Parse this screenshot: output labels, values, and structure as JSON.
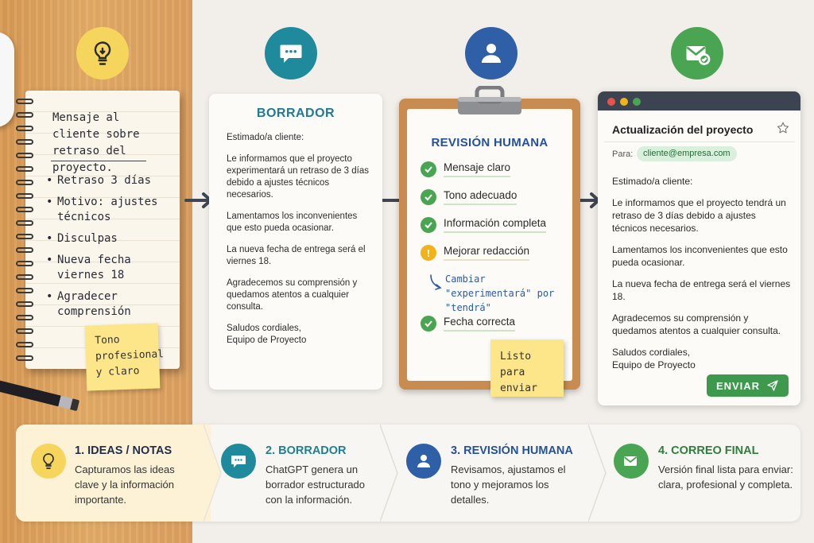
{
  "notes": {
    "title": "Mensaje al cliente sobre retraso del proyecto.",
    "items": [
      "Retraso 3 días",
      "Motivo: ajustes técnicos",
      "Disculpas",
      "Nueva fecha viernes 18",
      "Agradecer comprensión"
    ],
    "sticky": "Tono profesional y claro"
  },
  "draft": {
    "title": "BORRADOR",
    "paragraphs": [
      "Estimado/a cliente:",
      "Le informamos que el proyecto experimentará un retraso de 3 días debido a ajustes técnicos necesarios.",
      "Lamentamos los inconvenientes que esto pueda ocasionar.",
      "La nueva fecha de entrega será el viernes 18.",
      "Agradecemos su comprensión y quedamos atentos a cualquier consulta.",
      "Saludos cordiales,\nEquipo de Proyecto"
    ]
  },
  "review": {
    "title": "REVISIÓN HUMANA",
    "checks": [
      {
        "label": "Mensaje claro",
        "status": "ok"
      },
      {
        "label": "Tono adecuado",
        "status": "ok"
      },
      {
        "label": "Información completa",
        "status": "ok"
      },
      {
        "label": "Mejorar redacción",
        "status": "warn"
      },
      {
        "label": "Fecha correcta",
        "status": "ok"
      }
    ],
    "note": "Cambiar \"experimentará\" por \"tendrá\"",
    "sticky": "Listo para enviar"
  },
  "email": {
    "subject": "Actualización del proyecto",
    "to_label": "Para:",
    "to": "cliente@empresa.com",
    "paragraphs": [
      "Estimado/a cliente:",
      "Le informamos que el proyecto tendrá un retraso de 3 días debido a ajustes técnicos necesarios.",
      "Lamentamos los inconvenientes que esto pueda ocasionar.",
      "La nueva fecha de entrega será el viernes 18.",
      "Agradecemos su comprensión y quedamos atentos a cualquier consulta.",
      "Saludos cordiales,\nEquipo de Proyecto"
    ],
    "send_label": "ENVIAR"
  },
  "steps": [
    {
      "title": "1. IDEAS / NOTAS",
      "desc": "Capturamos las ideas clave y la información importante.",
      "color": "#1f2d4a",
      "icon": "lightbulb-icon"
    },
    {
      "title": "2. BORRADOR",
      "desc": "ChatGPT genera un borrador estructurado con la información.",
      "color": "#1f7f93",
      "icon": "chat-bubble-icon"
    },
    {
      "title": "3. REVISIÓN HUMANA",
      "desc": "Revisamos, ajustamos el tono y mejoramos los detalles.",
      "color": "#24519c",
      "icon": "person-icon"
    },
    {
      "title": "4. CORREO FINAL",
      "desc": "Versión final lista para enviar: clara, profesional y completa.",
      "color": "#2f7d3c",
      "icon": "mail-check-icon"
    }
  ],
  "colors": {
    "idea": "#f6d55c",
    "draft": "#1f8a9c",
    "review": "#2f5fa6",
    "final": "#4aa552",
    "warn": "#f2b21b"
  }
}
